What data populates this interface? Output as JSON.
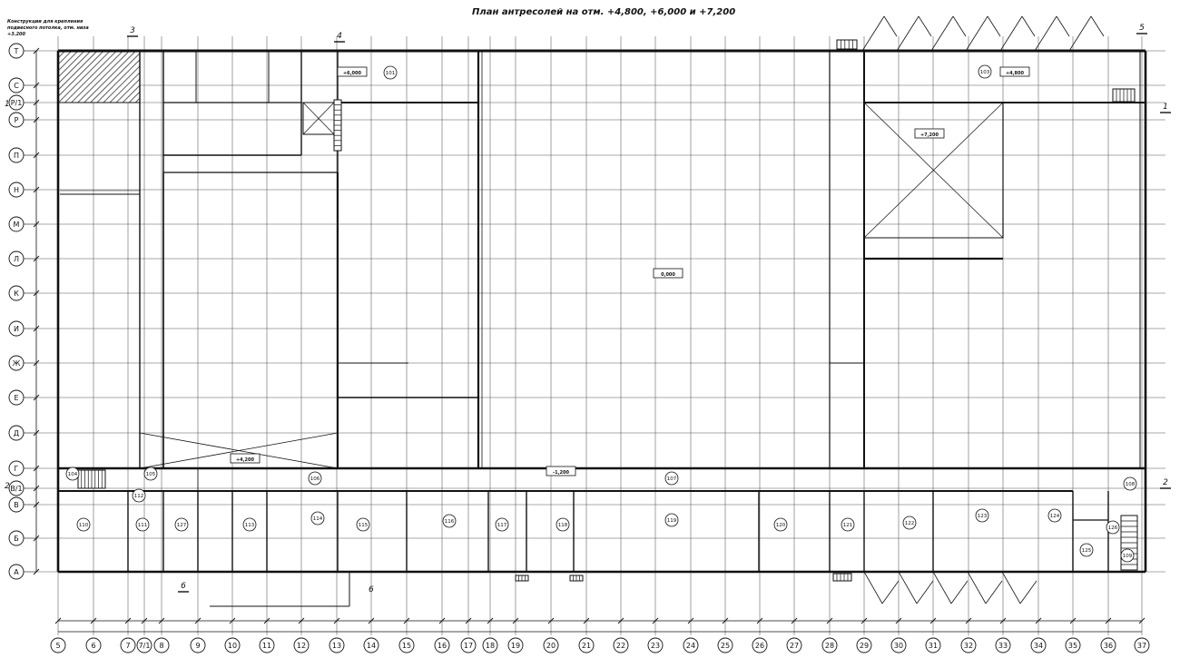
{
  "title": "План антресолей на отм. +4,800, +6,000 и +7,200",
  "note": "Конструкции для крепления подвесного потолка, отм. низа +3.200",
  "row_axes": [
    "Т",
    "С",
    "Р/1",
    "Р",
    "П",
    "Н",
    "М",
    "Л",
    "К",
    "И",
    "Ж",
    "Е",
    "Д",
    "Г",
    "В/1",
    "В",
    "Б",
    "А"
  ],
  "col_axes": [
    "5",
    "6",
    "7",
    "7/1",
    "8",
    "9",
    "10",
    "11",
    "12",
    "13",
    "14",
    "15",
    "16",
    "17",
    "18",
    "19",
    "20",
    "21",
    "22",
    "23",
    "24",
    "25",
    "26",
    "27",
    "28",
    "29",
    "30",
    "31",
    "32",
    "33",
    "34",
    "35",
    "36",
    "37"
  ],
  "rooms": [
    "101",
    "103",
    "104",
    "105",
    "106",
    "107",
    "108",
    "109",
    "110",
    "111",
    "112",
    "113",
    "114",
    "115",
    "116",
    "117",
    "118",
    "119",
    "120",
    "121",
    "122",
    "123",
    "124",
    "125",
    "126",
    "127"
  ],
  "elevations": [
    "+6,000",
    "+4,800",
    "+7,200",
    "+4,200",
    "0,000",
    "-1,200"
  ],
  "section_marks": [
    "1",
    "2",
    "3",
    "4",
    "5",
    "6"
  ]
}
